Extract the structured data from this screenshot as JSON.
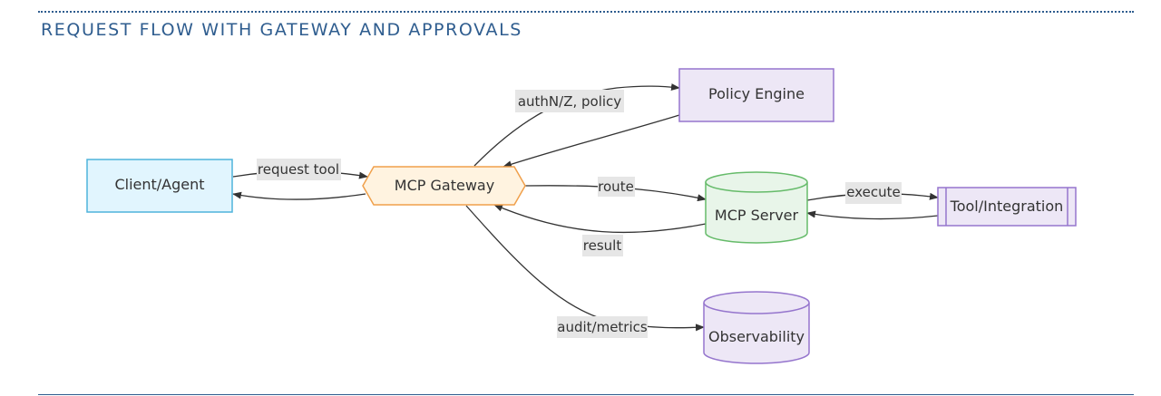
{
  "title": "REQUEST FLOW WITH GATEWAY AND APPROVALS",
  "nodes": {
    "client_agent": "Client/Agent",
    "mcp_gateway": "MCP Gateway",
    "policy_engine": "Policy Engine",
    "mcp_server": "MCP Server",
    "tool_integration": "Tool/Integration",
    "observability": "Observability"
  },
  "edges": {
    "request_tool": "request tool",
    "authnz_policy": "authN/Z, policy",
    "route": "route",
    "result": "result",
    "execute": "execute",
    "audit_metrics": "audit/metrics"
  },
  "colors": {
    "title": "#2f5d8f",
    "client_fill": "#e1f5fe",
    "client_stroke": "#4fb3dc",
    "gateway_fill": "#fff3e0",
    "gateway_stroke": "#f0a04b",
    "policy_fill": "#ede7f6",
    "policy_stroke": "#9575cd",
    "server_fill": "#e8f5e9",
    "server_stroke": "#66bb6a",
    "tool_fill": "#ede7f6",
    "tool_stroke": "#9575cd",
    "observability_fill": "#ede7f6",
    "observability_stroke": "#9575cd"
  }
}
